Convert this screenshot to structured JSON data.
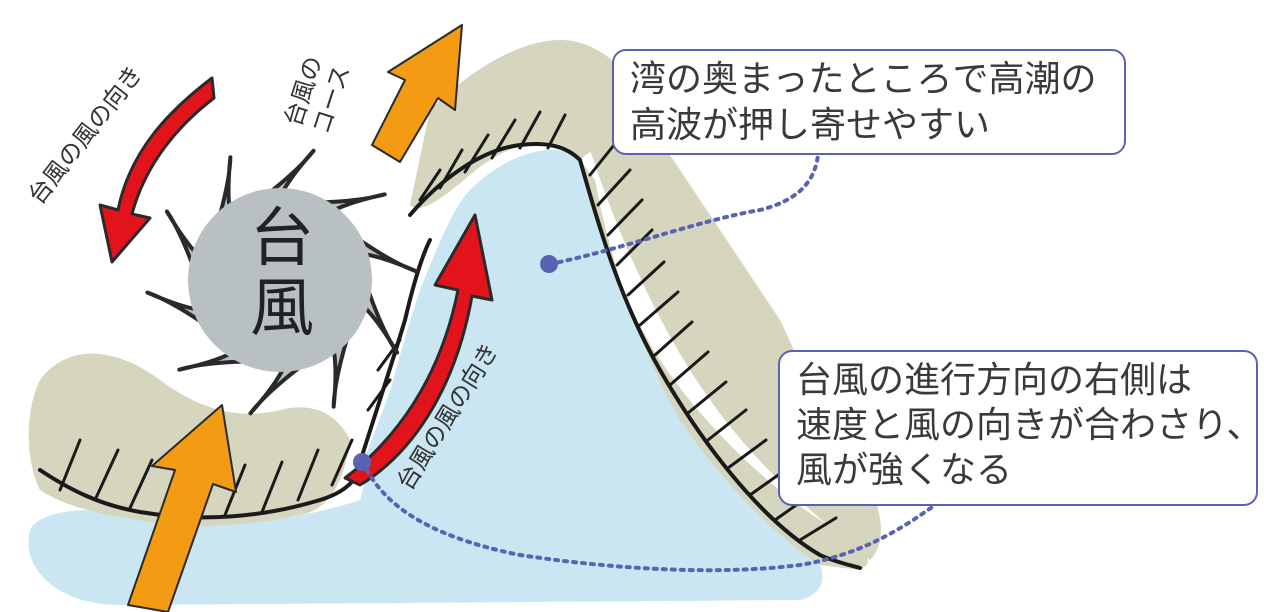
{
  "typhoon": {
    "char1": "台",
    "char2": "風"
  },
  "labels": {
    "wind_top_left": "台風の風の向き",
    "course_line1": "台風の",
    "course_line2": "コース",
    "wind_center": "台風の風の向き"
  },
  "callouts": {
    "bay_line1": "湾の奥まったところで高潮の",
    "bay_line2": "高波が押し寄せやすい",
    "right_line1": "台風の進行方向の右側は",
    "right_line2": "速度と風の向きが合わさり、",
    "right_line3": "風が強くなる"
  },
  "colors": {
    "land": "#d6d5bd",
    "sea": "#c9e6f2",
    "typhoon": "#b9c0c4",
    "wind_arrow": "#e3131b",
    "course_arrow": "#f29b13",
    "callout_border": "#5a63b3",
    "dotted_line": "#5a63b3"
  }
}
